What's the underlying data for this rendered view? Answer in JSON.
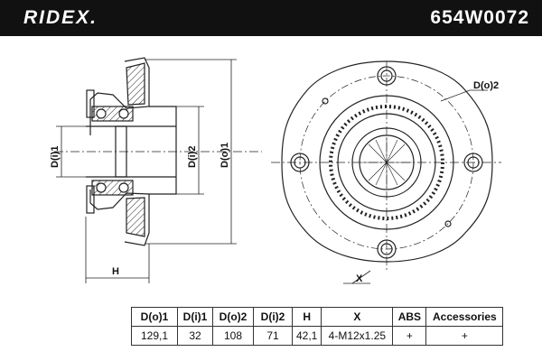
{
  "header": {
    "brand": "RIDEX.",
    "part_number": "654W0072"
  },
  "drawing": {
    "dim_labels": {
      "d_i1": "D(i)1",
      "d_i2": "D(i)2",
      "d_o1": "D(o)1",
      "d_o2": "D(o)2",
      "h": "H",
      "x": "X"
    }
  },
  "table": {
    "headers": [
      "D(o)1",
      "D(i)1",
      "D(o)2",
      "D(i)2",
      "H",
      "X",
      "ABS",
      "Accessories"
    ],
    "values": [
      "129,1",
      "32",
      "108",
      "71",
      "42,1",
      "4-M12x1.25",
      "+",
      "+"
    ]
  }
}
